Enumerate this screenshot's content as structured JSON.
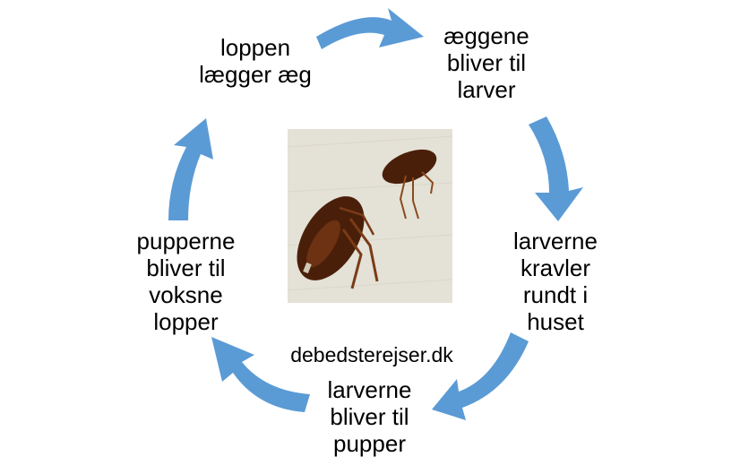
{
  "diagram": {
    "steps": [
      {
        "id": "lay-eggs",
        "lines": [
          "loppen",
          "lægger æg"
        ]
      },
      {
        "id": "eggs-to-larvae",
        "lines": [
          "æggene",
          "bliver til",
          "larver"
        ]
      },
      {
        "id": "larvae-crawl",
        "lines": [
          "larverne",
          "kravler",
          "rundt i",
          "huset"
        ]
      },
      {
        "id": "larvae-to-pupae",
        "lines": [
          "larverne",
          "bliver til",
          "pupper"
        ]
      },
      {
        "id": "pupae-to-adults",
        "lines": [
          "pupperne",
          "bliver til",
          "voksne",
          "lopper"
        ]
      }
    ],
    "watermark": "debedsterejser.dk",
    "center_image": "flea-photo",
    "arrow_color": "#5B9BD5",
    "photo_background": "#E4E1D6",
    "flea_color": "#4A1F0A"
  }
}
